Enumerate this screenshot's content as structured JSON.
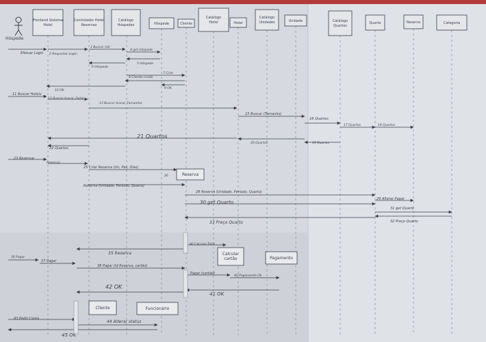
{
  "colors": {
    "paper": "#d6d9df",
    "paper_shade": "#c7cad1",
    "ink": "#3c3f4a",
    "faint": "#8d919c",
    "border_top": "#b23a3a"
  },
  "actor": {
    "label": "Hóspede"
  },
  "lifelines": [
    {
      "label": "Frontend Sistema Hotel"
    },
    {
      "label": "Controlador Hotel Reservas"
    },
    {
      "label": "Catálogo Hóspedes"
    },
    {
      "label": "Hóspede"
    },
    {
      "label": "Cliente"
    },
    {
      "label": "Catálogo Hotel"
    },
    {
      "label": "Hotel"
    },
    {
      "label": "Catálogo Unidades"
    },
    {
      "label": "Unidade"
    },
    {
      "label": "Catálogo Quartos"
    },
    {
      "label": "Quarto"
    },
    {
      "label": "Reserva"
    },
    {
      "label": "Categoria"
    }
  ],
  "messages": [
    {
      "label": "Efetuar Login"
    },
    {
      "label": "2 Requisitar Login"
    },
    {
      "label": "3 Buscar (id)"
    },
    {
      "label": "4 get Hóspede"
    },
    {
      "label": "5 Hóspede"
    },
    {
      "label": "6 Hóspede"
    },
    {
      "label": "7 Criar"
    },
    {
      "label": "8 Cliente criado"
    },
    {
      "label": "9 OK"
    },
    {
      "label": "10 OK"
    },
    {
      "label": "11 Buscar Hotéis"
    },
    {
      "label": "12 Buscar (Local, Data)"
    },
    {
      "label": "13 Buscar (Local, Tamanho)"
    },
    {
      "label": "15 Buscar (Tamanho)"
    },
    {
      "label": "16 Quartos"
    },
    {
      "label": "17 Quartos"
    },
    {
      "label": "18 Quartos"
    },
    {
      "label": "19 Quartos"
    },
    {
      "label": "20 Quartos"
    },
    {
      "label": "21 Quartos"
    },
    {
      "label": "22 Quartos"
    },
    {
      "label": "23 Reservar"
    },
    {
      "label": "Reservar"
    },
    {
      "label": "25 Criar Reserva (Un, Pes, Dias)"
    },
    {
      "label": "26"
    },
    {
      "label": "Reserva (Unidade, Período, Quarto)"
    },
    {
      "label": "28 Reserva (Unidade, Período, Quarto)"
    },
    {
      "label": "29 Alterar Pagar"
    },
    {
      "label": "30 get Quarto"
    },
    {
      "label": "31 get Quarto"
    },
    {
      "label": "32 Preço Quarto"
    },
    {
      "label": "33 Preço Quarto"
    },
    {
      "label": "34 Calcular Total"
    },
    {
      "label": "35 Reserva"
    },
    {
      "label": "36 Pagar"
    },
    {
      "label": "37 Pagar"
    },
    {
      "label": "38 Pagar (Id Reserva, cartão)"
    },
    {
      "label": "Pagar (cartão)"
    },
    {
      "label": "40 Pagamento Ok"
    },
    {
      "label": "41 OK"
    },
    {
      "label": "42 OK"
    },
    {
      "label": "43 Pedir Conta"
    },
    {
      "label": "44 Alterar status"
    },
    {
      "label": "45 OK"
    }
  ],
  "notes": [
    {
      "label": "Reserva"
    },
    {
      "label": "Calcular cartão"
    },
    {
      "label": "Pagamento"
    },
    {
      "label": "Cliente"
    },
    {
      "label": "Funcionário"
    }
  ]
}
